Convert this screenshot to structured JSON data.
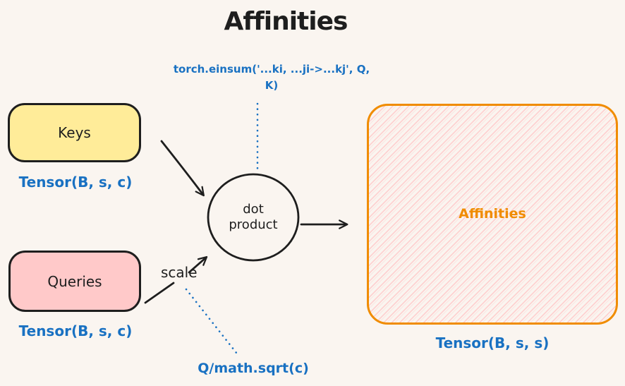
{
  "title": "Affinities",
  "colors": {
    "background": "#faf5f0",
    "ink": "#1e1e1e",
    "annotation_blue": "#1971c2",
    "accent_orange": "#f08c00",
    "keys_fill": "#ffec99",
    "queries_fill": "#ffc9c9",
    "hatch_pink": "#ffc9c9"
  },
  "nodes": {
    "keys": {
      "label": "Keys",
      "tensor_label": "Tensor(B, s, c)"
    },
    "queries": {
      "label": "Queries",
      "tensor_label": "Tensor(B, s, c)"
    },
    "dot_product": {
      "label": "dot product"
    },
    "affinities": {
      "label": "Affinities",
      "tensor_label": "Tensor(B, s, s)"
    }
  },
  "annotations": {
    "einsum_line1": "torch.einsum('...ki, ...ji->...kj', Q,",
    "einsum_line2": "K)",
    "scale": "scale",
    "sqrt": "Q/math.sqrt(c)"
  }
}
